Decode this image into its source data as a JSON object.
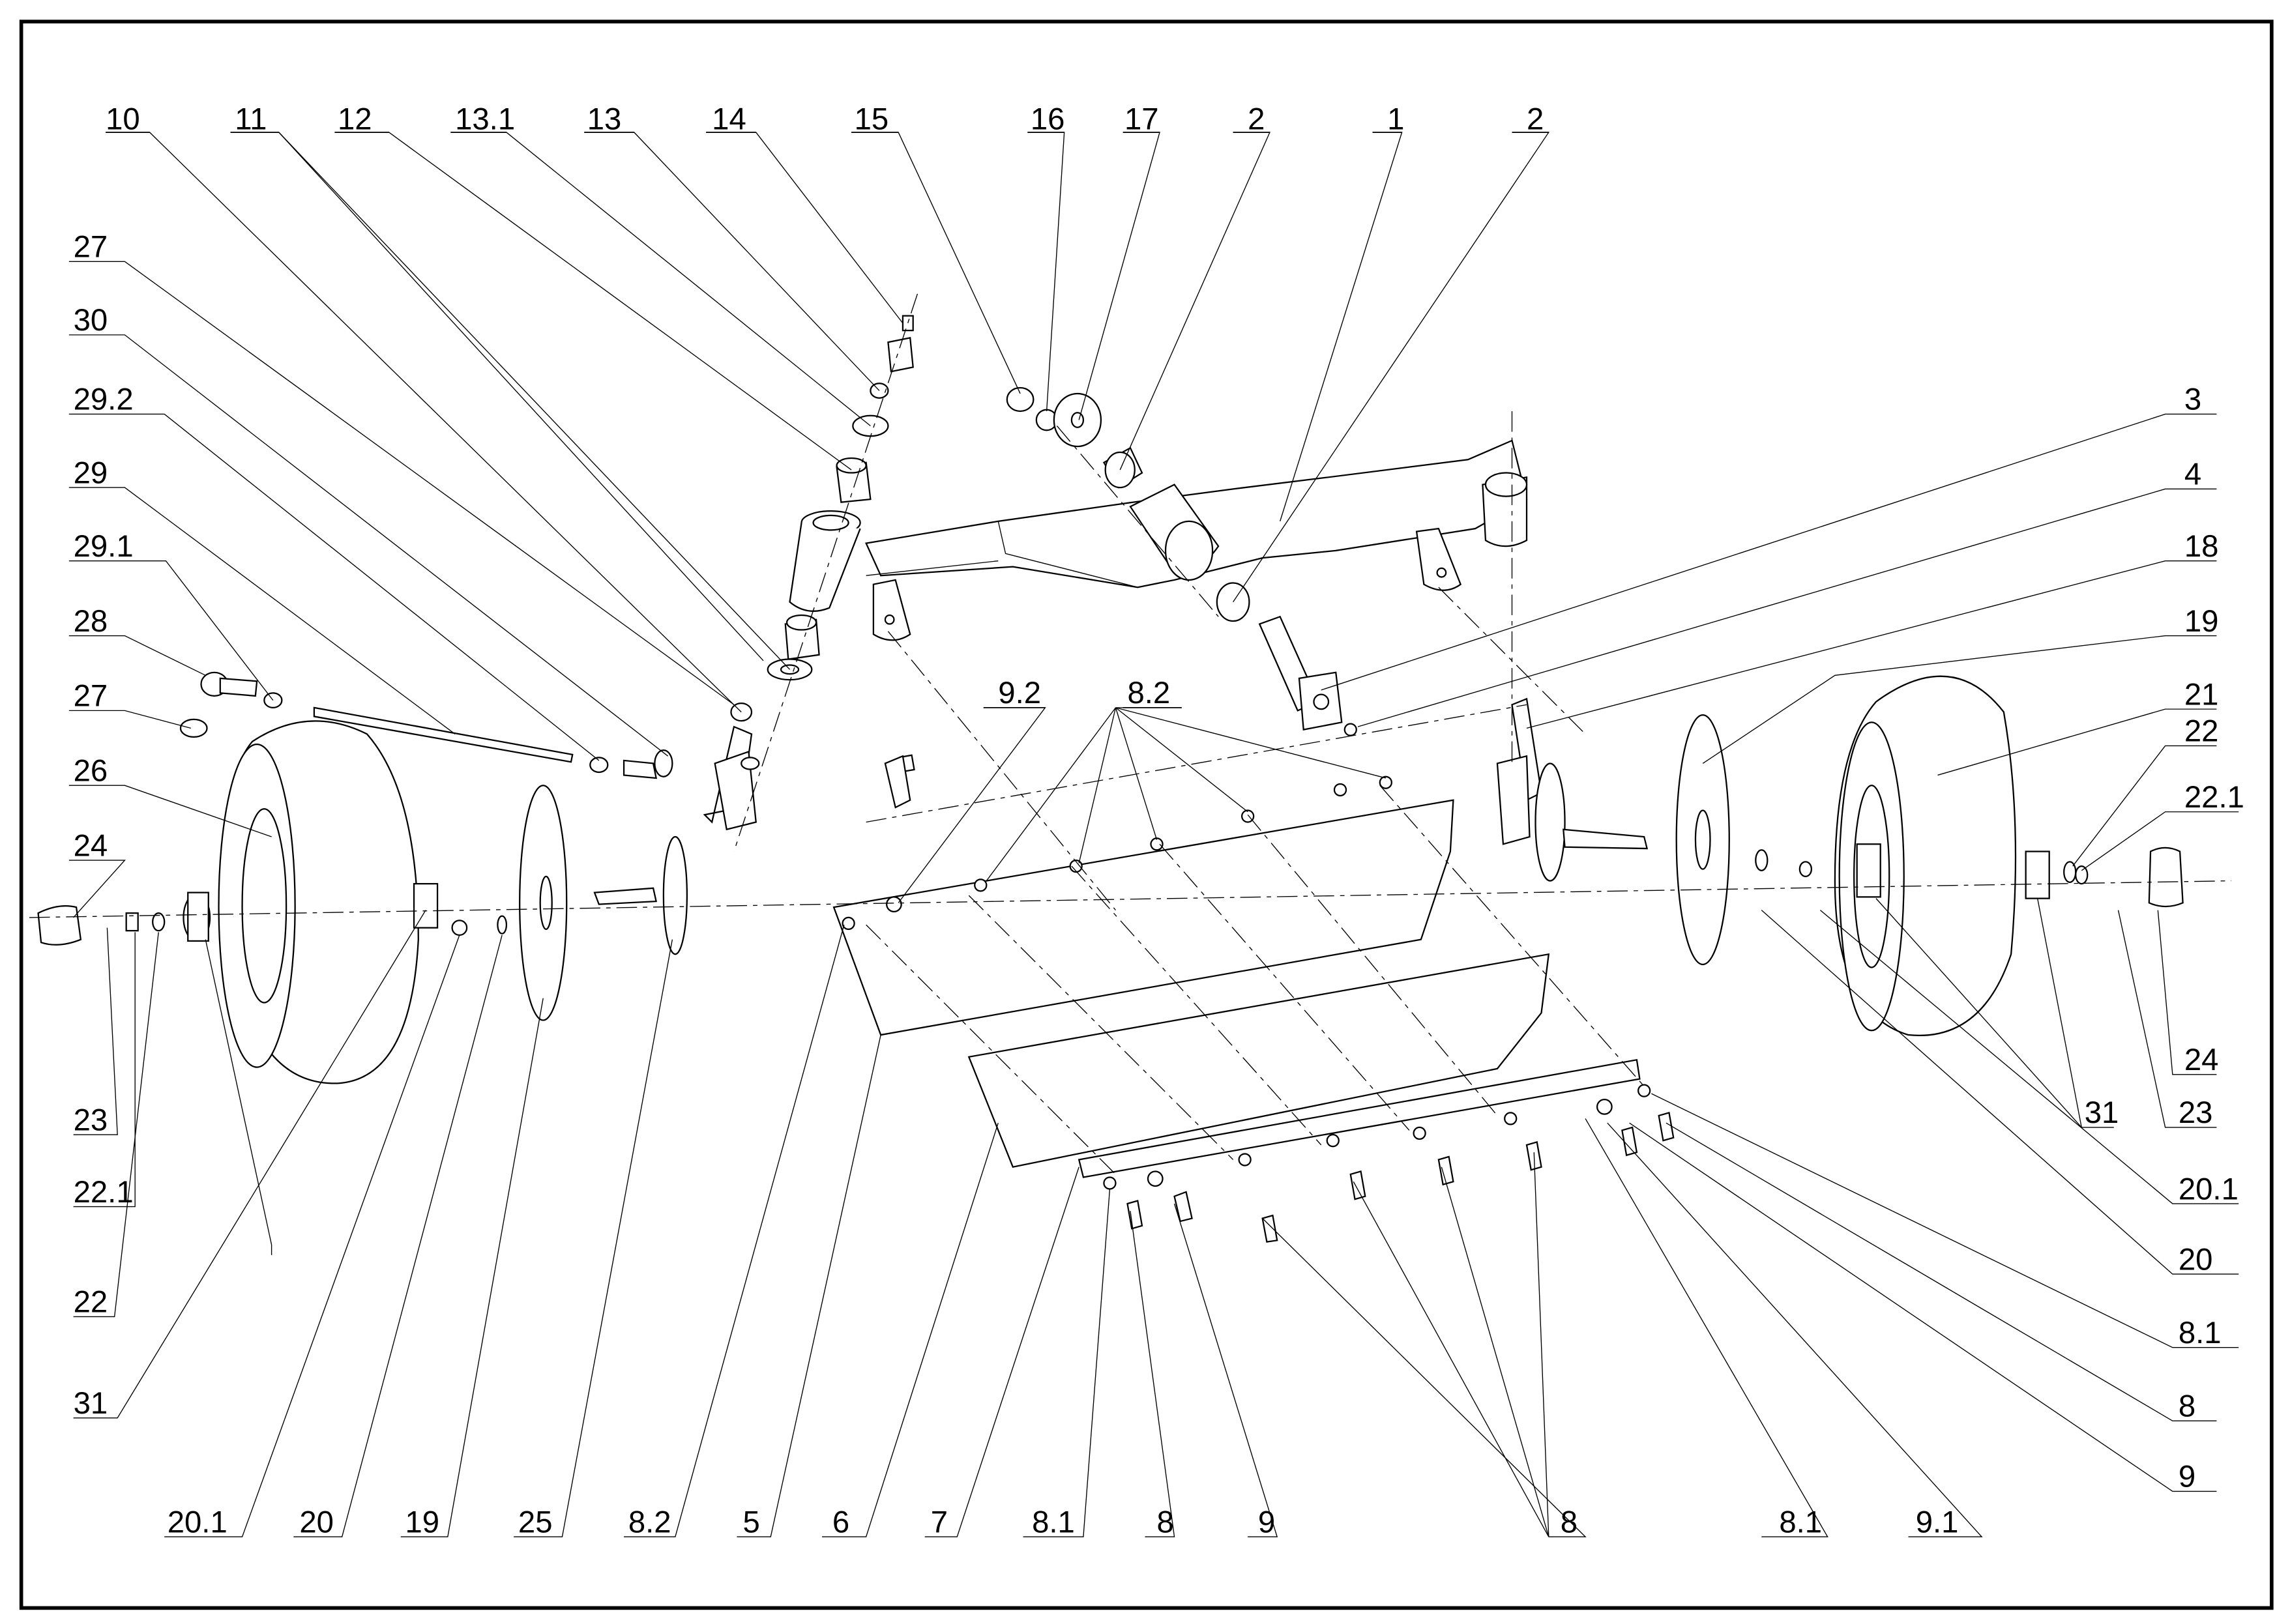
{
  "drawing": {
    "type": "exploded-assembly-view",
    "border_color": "#000000",
    "background": "#ffffff"
  },
  "labels": {
    "top": [
      "10",
      "11",
      "12",
      "13.1",
      "13",
      "14",
      "15",
      "16",
      "17",
      "2",
      "1",
      "2"
    ],
    "left": [
      "27",
      "30",
      "29.2",
      "29",
      "29.1",
      "28",
      "27",
      "26",
      "24",
      "23",
      "22.1",
      "22",
      "31"
    ],
    "bottom": [
      "20.1",
      "20",
      "19",
      "25",
      "8.2",
      "5",
      "6",
      "7",
      "8.1",
      "8",
      "9",
      "8",
      "8.1",
      "9.1"
    ],
    "right": [
      "3",
      "4",
      "18",
      "19",
      "21",
      "22",
      "22.1",
      "24",
      "31",
      "23",
      "20.1",
      "20",
      "8.1",
      "8",
      "9"
    ],
    "center": [
      "9.2",
      "8.2"
    ]
  }
}
